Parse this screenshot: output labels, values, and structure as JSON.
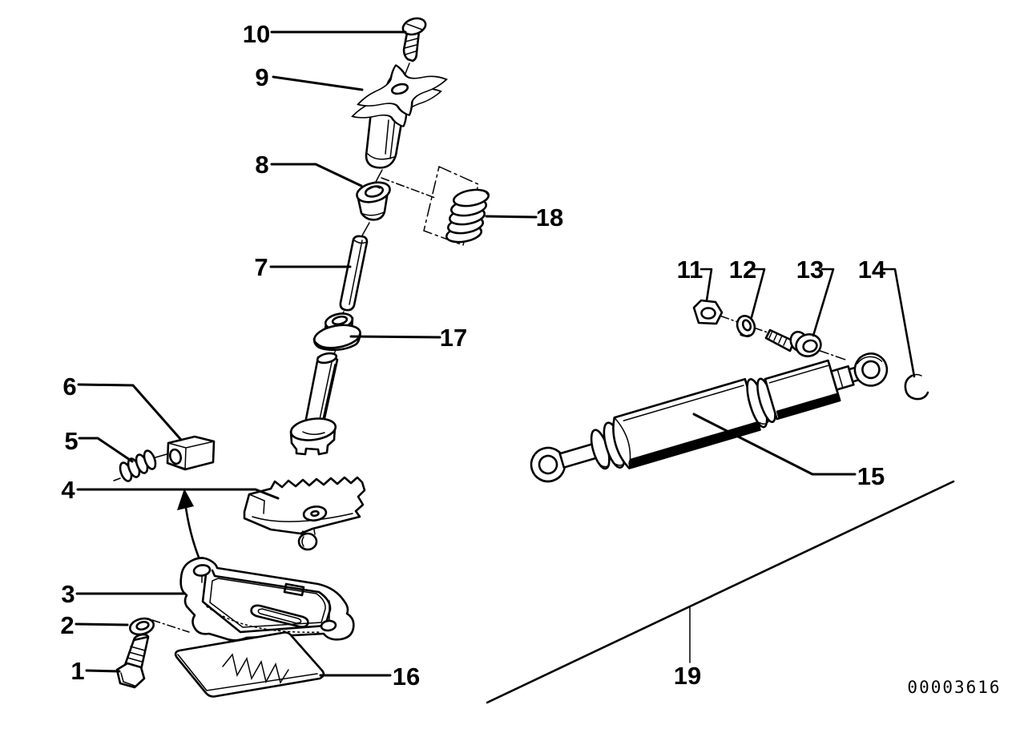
{
  "diagram": {
    "id_code": "00003616",
    "parts": {
      "p1": "1",
      "p2": "2",
      "p3": "3",
      "p4": "4",
      "p5": "5",
      "p6": "6",
      "p7": "7",
      "p8": "8",
      "p9": "9",
      "p10": "10",
      "p11": "11",
      "p12": "12",
      "p13": "13",
      "p14": "14",
      "p15": "15",
      "p16": "16",
      "p17": "17",
      "p18": "18",
      "p19": "19"
    }
  }
}
